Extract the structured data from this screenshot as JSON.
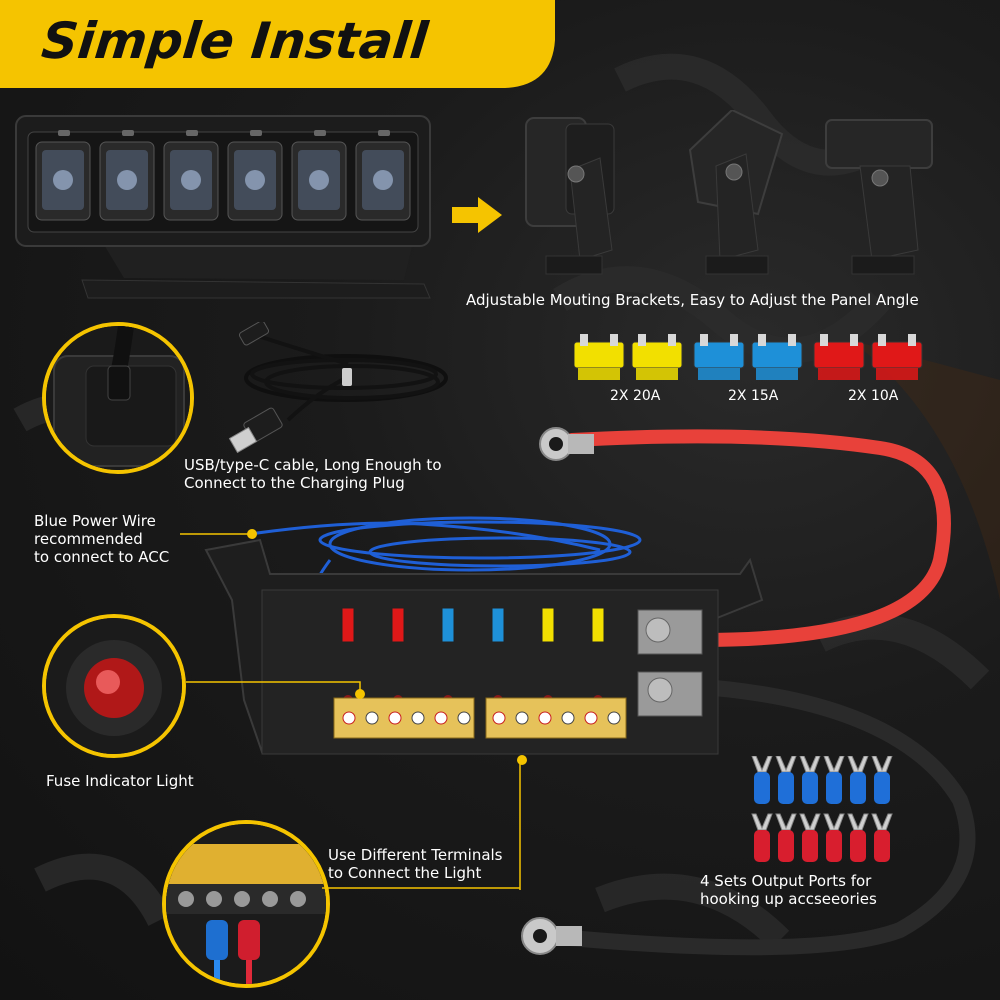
{
  "title": "Simple Install",
  "captions": {
    "brackets": "Adjustable Mouting Brackets, Easy to Adjust the Panel Angle",
    "usb_line1": "USB/type-C cable, Long Enough to",
    "usb_line2": "Connect to the Charging Plug",
    "blue_wire_line1": "Blue Power Wire",
    "blue_wire_line2": "recommended",
    "blue_wire_line3": "to connect to ACC",
    "fuse_indicator": "Fuse Indicator Light",
    "terminals_line1": "Use Different Terminals",
    "terminals_line2": "to Connect the Light",
    "output_line1": "4 Sets Output Ports for",
    "output_line2": "hooking up accseeories"
  },
  "fuses": [
    {
      "label": "2X 20A",
      "color": "#f2e000"
    },
    {
      "label": "2X 15A",
      "color": "#1e90d8"
    },
    {
      "label": "2X 10A",
      "color": "#e01818"
    }
  ],
  "colors": {
    "accent": "#f5c400",
    "red_wire": "#e8413a",
    "blue_wire": "#1f5fd6",
    "black_wire": "#2a2a2a"
  },
  "icons": {
    "arrow": "right-arrow-icon"
  }
}
